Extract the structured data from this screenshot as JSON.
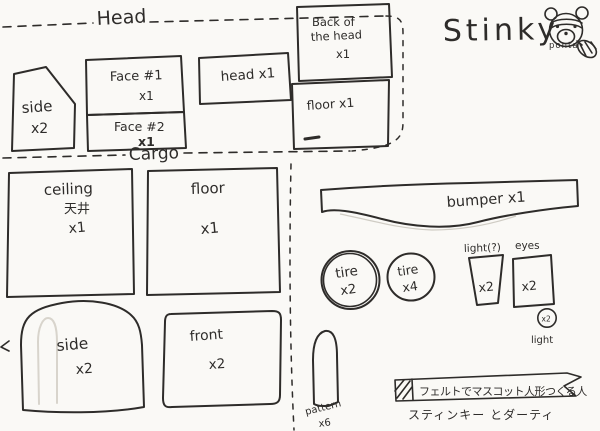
{
  "page": {
    "title": "Stinky",
    "signature": "ponta"
  },
  "sections": {
    "head": "Head",
    "cargo": "Cargo"
  },
  "head_pieces": {
    "side": {
      "name": "side",
      "qty": "x2"
    },
    "face1": {
      "name": "Face #1",
      "qty": "x1"
    },
    "face2": {
      "name": "Face #2",
      "qty": "x1"
    },
    "head": {
      "name": "head x1"
    },
    "back_of_head": {
      "line1": "Back of",
      "line2": "the head",
      "qty": "x1"
    },
    "floor": {
      "name": "floor x1"
    }
  },
  "cargo_pieces": {
    "ceiling": {
      "name": "ceiling",
      "name_jp": "天井",
      "qty": "x1"
    },
    "floor": {
      "name": "floor",
      "qty": "x1"
    },
    "bumper": {
      "name": "bumper x1"
    },
    "tire_big": {
      "name": "tire",
      "qty": "x2"
    },
    "tire_small": {
      "name": "tire",
      "qty": "x4"
    },
    "light": {
      "label": "light(?)",
      "qty": "x2"
    },
    "eyes": {
      "label": "eyes",
      "qty": "x2"
    },
    "round_light": {
      "qty": "x2",
      "label": "light"
    },
    "side": {
      "name": "side",
      "qty": "x2"
    },
    "front": {
      "name": "front",
      "qty": "x2"
    },
    "pattern": {
      "name": "pattern",
      "qty": "x6"
    }
  },
  "notes": {
    "banner": "フェルトでマスコット人形つくる人",
    "subtitle": "スティンキー とダーティ"
  },
  "colors": {
    "ink": "#2e2c2a",
    "paper": "#faf9f6",
    "faint": "#d8d4cc"
  }
}
